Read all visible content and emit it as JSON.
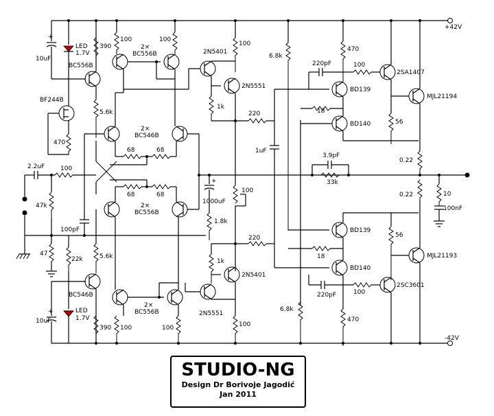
{
  "rails": {
    "pos": "+42V",
    "neg": "-42V"
  },
  "title": {
    "name": "STUDIO-NG",
    "designer": "Design Dr Borivoje Jagodić",
    "date": "Jan 2011"
  },
  "labels": {
    "led_top": "LED",
    "led_top_v": "1.7V",
    "led_bot": "LED",
    "led_bot_v": "1.7V",
    "c10u_top": "10uF",
    "c10u_bot": "10uF",
    "q_bc556b_1": "BC556B",
    "q_bc546b_1": "BC546B",
    "q_bf244b": "BF244B",
    "r390_top": "390",
    "r390_bot": "390",
    "r100_a": "100",
    "r100_b": "100",
    "r100_c": "100",
    "r100_d": "100",
    "dual_top_a": "2×",
    "dual_top_a2": "BC556B",
    "dual_mid_a": "2×",
    "dual_mid_a2": "BC546B",
    "dual_mid_b": "2×",
    "dual_mid_b2": "BC556B",
    "dual_bot_a": "2×",
    "dual_bot_a2": "BC556B",
    "r5k6_a": "5.6k",
    "r5k6_b": "5.6k",
    "r470_l": "470",
    "r68_a": "68",
    "r68_b": "68",
    "r68_c": "68",
    "r68_d": "68",
    "c2u2": "2.2uF",
    "r100_in": "100",
    "r47k": "47k",
    "r47": "47",
    "c100p": "100pF",
    "r22k": "22k",
    "q2n5401_top": "2N5401",
    "q2n5551_top": "2N5551",
    "r100_top_vas": "100",
    "r1k_top": "1k",
    "r220_top": "220",
    "r220_bot": "220",
    "c1000u": "1000uF",
    "r100_pot": "100",
    "r1k8": "1.8k",
    "q2n5551_bot": "2N5551",
    "q2n5401_bot": "2N5401",
    "r1k_bot": "1k",
    "r100_bot_vas": "100",
    "c1u": "1uF",
    "r6k8_top": "6.8k",
    "r6k8_bot": "6.8k",
    "c220p_top": "220pF",
    "c220p_bot": "220pF",
    "r470_top": "470",
    "r470_bot": "470",
    "r100_pre_top": "100",
    "r100_pre_bot": "100",
    "r18_top": "18",
    "r18_bot": "18",
    "bd139_top": "BD139",
    "bd140_top": "BD140",
    "bd139_bot": "BD139",
    "bd140_bot": "BD140",
    "q2sa1407": "2SA1407",
    "q2sc3601": "2SC3601",
    "mjl21194": "MJL21194",
    "mjl21193": "MJL21193",
    "r56_top": "56",
    "r56_bot": "56",
    "r022_top": "0.22",
    "r022_bot": "0.22",
    "c3p9": "3.9pF",
    "r33k": "33k",
    "r10": "10",
    "c100n": "100nF"
  }
}
